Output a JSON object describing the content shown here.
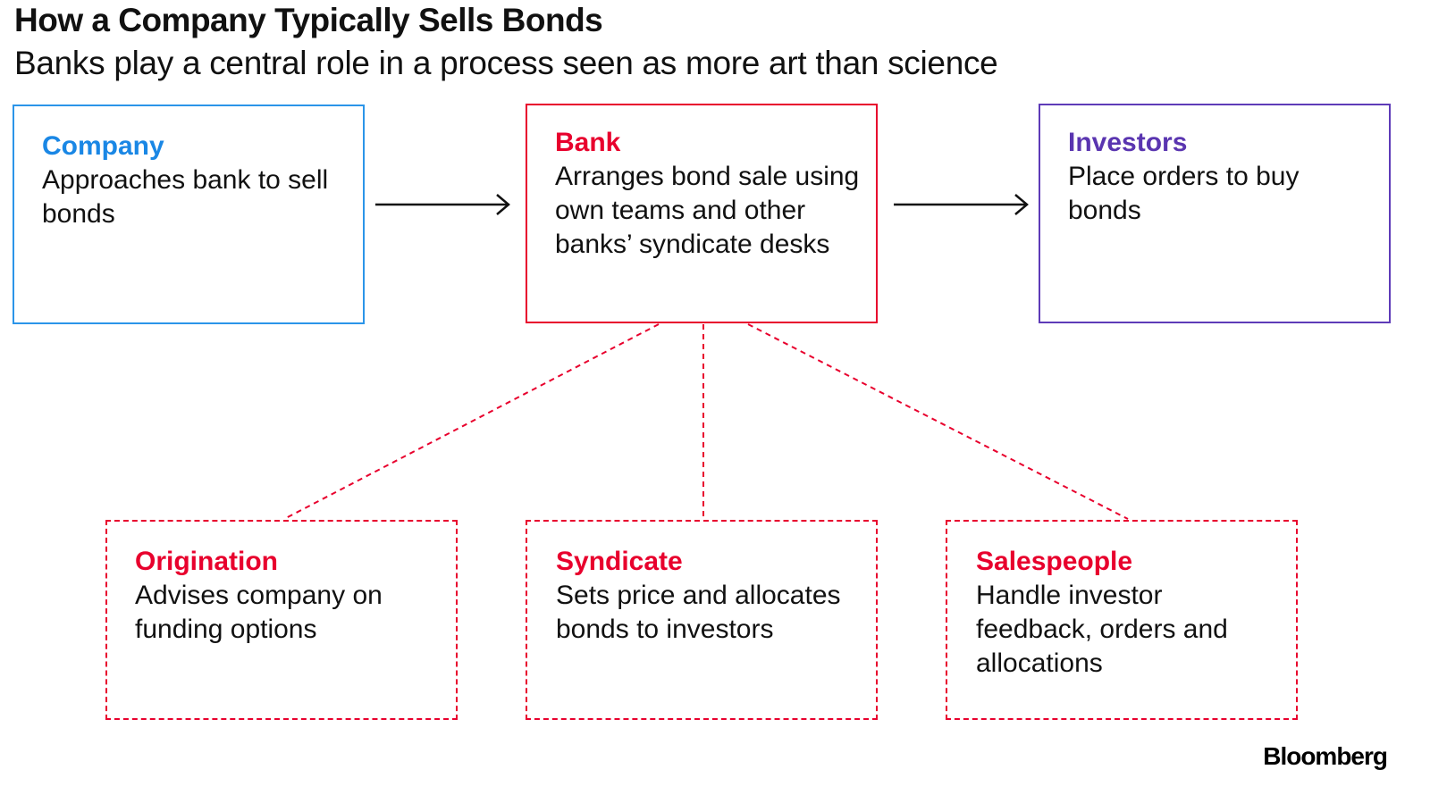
{
  "title": "How a Company Typically Sells Bonds",
  "subtitle": "Banks play a central role in a process seen as more art than science",
  "top_row": {
    "company": {
      "heading": "Company",
      "body": "Approaches bank to sell bonds"
    },
    "bank": {
      "heading": "Bank",
      "body": "Arranges bond sale using own teams and other banks’ syndicate desks"
    },
    "investors": {
      "heading": "Investors",
      "body": "Place orders to buy bonds"
    }
  },
  "bank_teams": {
    "origination": {
      "heading": "Origination",
      "body": "Advises company on funding options"
    },
    "syndicate": {
      "heading": "Syndicate",
      "body": "Sets price and allocates bonds to investors"
    },
    "salespeople": {
      "heading": "Salespeople",
      "body": "Handle investor feedback, orders and allocations"
    }
  },
  "source_logo": "Bloomberg",
  "colors": {
    "company": "#1a87e5",
    "bank": "#e8002d",
    "investors": "#5a35b0",
    "arrow": "#111111"
  }
}
